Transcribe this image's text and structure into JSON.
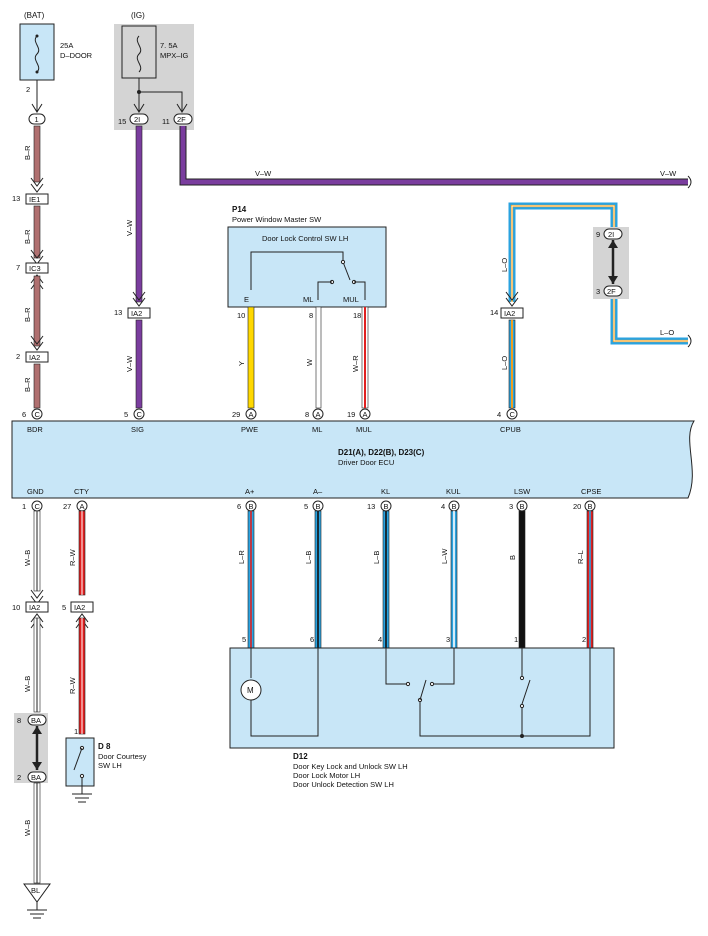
{
  "power": {
    "bat": "(BAT)",
    "ig": "(IG)",
    "fuse_ddoor": {
      "amp": "25A",
      "name": "D–DOOR"
    },
    "fuse_mpxig": {
      "amp": "7. 5A",
      "name": "MPX–IG"
    }
  },
  "pins": {
    "p2": "2",
    "p15": "15",
    "p11": "11",
    "p13a": "13",
    "p7": "7",
    "p2b": "2",
    "p6": "6",
    "p13b": "13",
    "p5": "5",
    "p10": "10",
    "p8": "8",
    "p18": "18",
    "p29": "29",
    "p8b": "8",
    "p19": "19",
    "p14": "14",
    "p9": "9",
    "p3": "3",
    "p4": "4",
    "p1": "1",
    "p27": "27",
    "p6b": "6",
    "p5b": "5",
    "p13c": "13",
    "p4b": "4",
    "p3b": "3",
    "p20": "20",
    "p10b": "10",
    "p5c": "5",
    "p1b": "1",
    "p8c": "8",
    "p2c": "2",
    "d5": "5",
    "d6": "6",
    "d4": "4",
    "d3": "3",
    "d1": "1",
    "d2": "2"
  },
  "connectors": {
    "c1": "1",
    "c2I": "2I",
    "c2F": "2F",
    "IE1": "IE1",
    "IC3": "IC3",
    "IA2": "IA2",
    "C": "C",
    "A": "A",
    "B": "B",
    "BA": "BA",
    "BL": "BL"
  },
  "wires": {
    "BR": "B–R",
    "VW": "V–W",
    "Y": "Y",
    "W": "W",
    "WR": "W–R",
    "LO": "L–O",
    "WB": "W–B",
    "RW": "R–W",
    "LR": "L–R",
    "LB": "L–B",
    "LW": "L–W",
    "B": "B",
    "RL": "R–L"
  },
  "p14": {
    "code": "P14",
    "name": "Power Window Master SW",
    "switch_name": "Door Lock Control SW LH",
    "pins": {
      "E": "E",
      "ML": "ML",
      "MUL": "MUL"
    }
  },
  "ecu": {
    "codes": "D21(A), D22(B), D23(C)",
    "name": "Driver Door ECU",
    "top_terminals": {
      "BDR": "BDR",
      "SIG": "SIG",
      "PWE": "PWE",
      "ML": "ML",
      "MUL": "MUL",
      "CPUB": "CPUB"
    },
    "bottom_terminals": {
      "GND": "GND",
      "CTY": "CTY",
      "A_plus": "A+",
      "A_minus": "A–",
      "KL": "KL",
      "KUL": "KUL",
      "LSW": "LSW",
      "CPSE": "CPSE"
    }
  },
  "d8": {
    "code": "D 8",
    "name1": "Door Courtesy",
    "name2": "SW LH"
  },
  "d12": {
    "code": "D12",
    "line1": "Door Key Lock and Unlock SW LH",
    "line2": "Door Lock Motor LH",
    "line3": "Door Unlock Detection SW LH",
    "motor": "M"
  },
  "colors": {
    "brown_red": "#b07070",
    "purple": "#7a3d9e",
    "yellow": "#ffd800",
    "red": "#e02020",
    "blue": "#2aa3e0",
    "orange": "#f0a020",
    "black": "#111111",
    "ecu_fill": "#c8e6f7"
  }
}
